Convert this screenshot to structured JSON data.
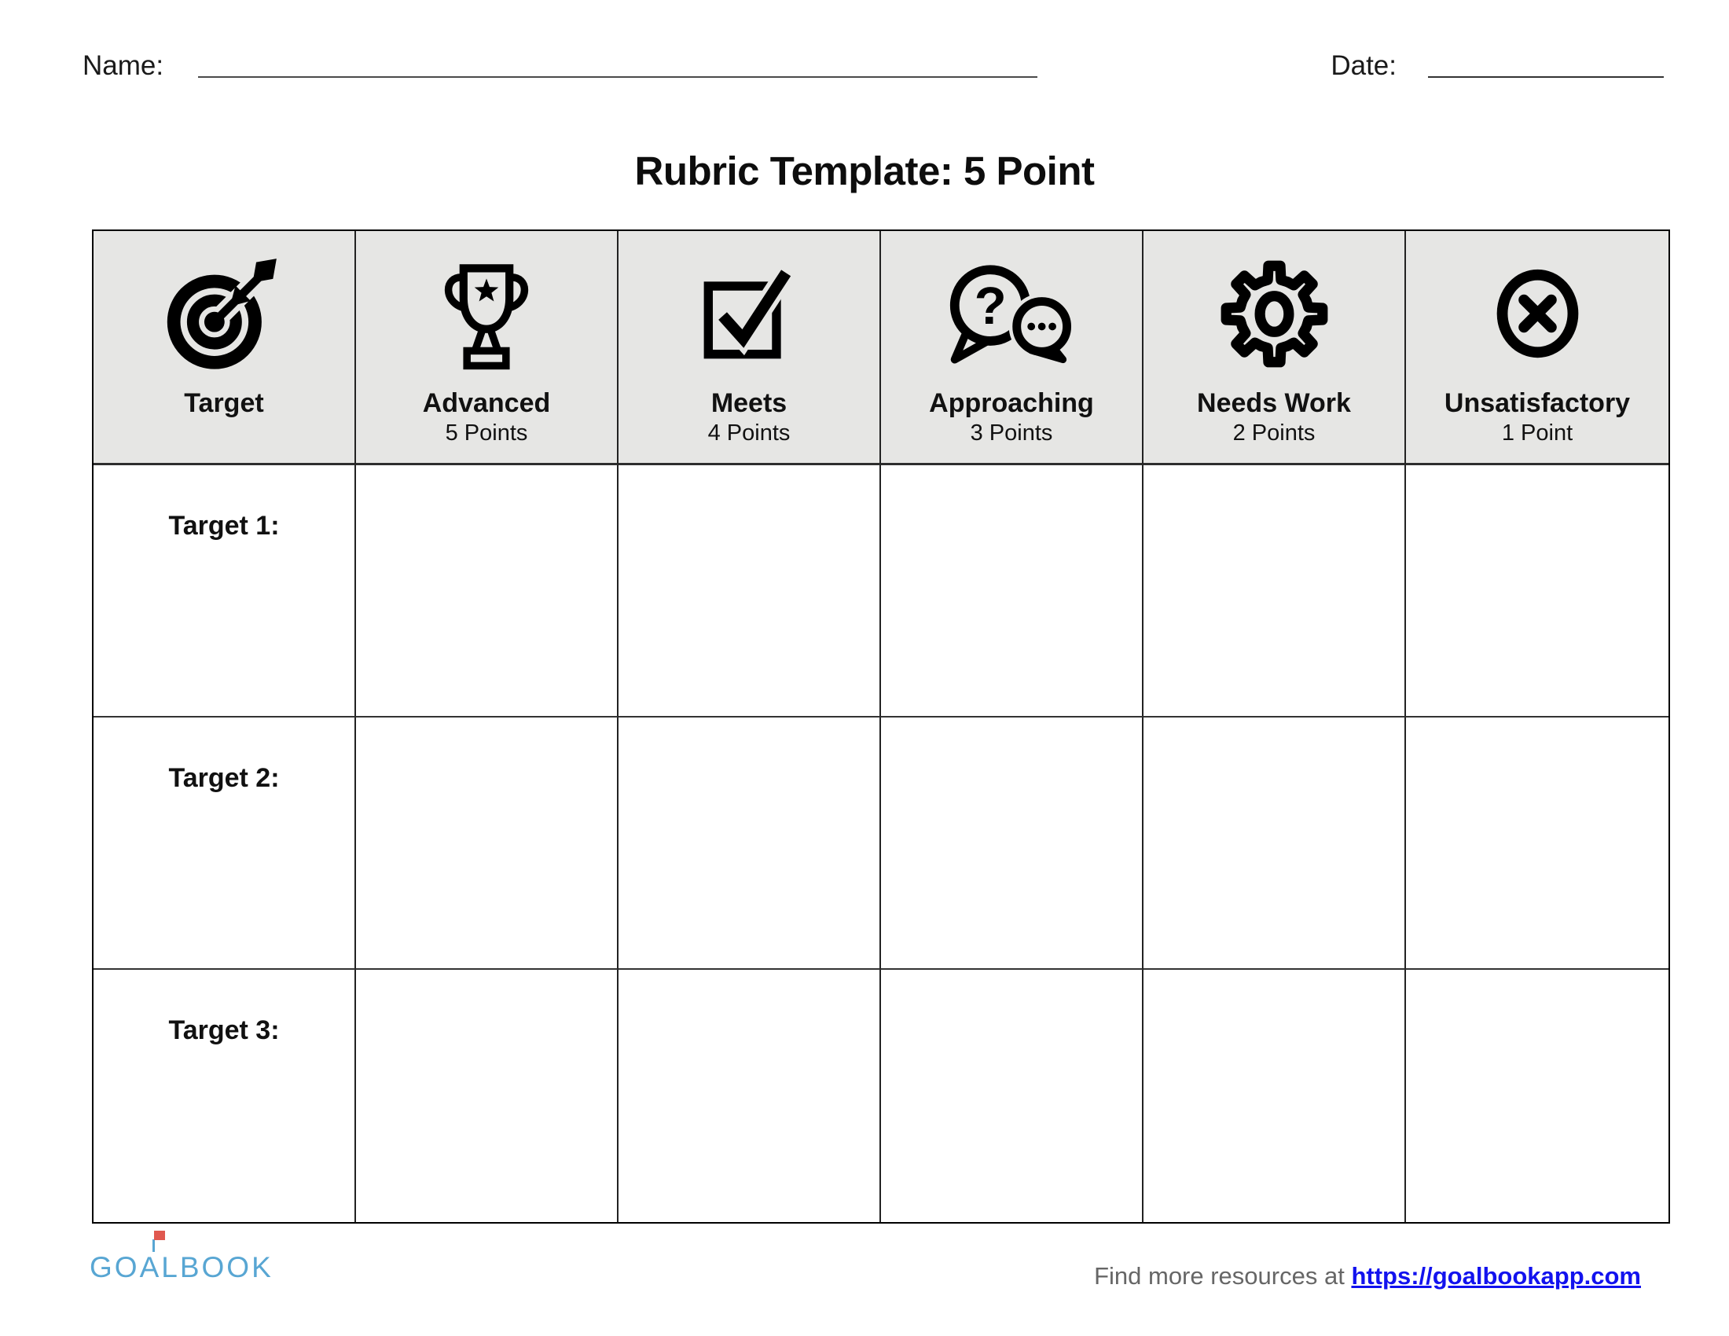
{
  "page": {
    "name_label": "Name:",
    "date_label": "Date:",
    "title": "Rubric Template: 5 Point"
  },
  "table": {
    "columns": [
      {
        "label": "Target",
        "points": "",
        "icon": "target-icon"
      },
      {
        "label": "Advanced",
        "points": "5 Points",
        "icon": "trophy-icon"
      },
      {
        "label": "Meets",
        "points": "4 Points",
        "icon": "checkbox-check-icon"
      },
      {
        "label": "Approaching",
        "points": "3 Points",
        "icon": "question-chat-bubbles-icon"
      },
      {
        "label": "Needs Work",
        "points": "2 Points",
        "icon": "gear-icon"
      },
      {
        "label": "Unsatisfactory",
        "points": "1 Point",
        "icon": "x-circle-icon"
      }
    ],
    "rows": [
      {
        "label": "Target 1:"
      },
      {
        "label": "Target 2:"
      },
      {
        "label": "Target 3:"
      }
    ]
  },
  "footer": {
    "logo": {
      "part1": "GO",
      "part2": "A",
      "part3": "LBOOK"
    },
    "find_text": "Find more resources at",
    "link_text": "https://goalbookapp.com"
  },
  "colors": {
    "header_bg": "#e6e6e4",
    "link_blue": "#1212ee",
    "logo_blue": "#58a6d3",
    "flag_red": "#e0584f"
  }
}
